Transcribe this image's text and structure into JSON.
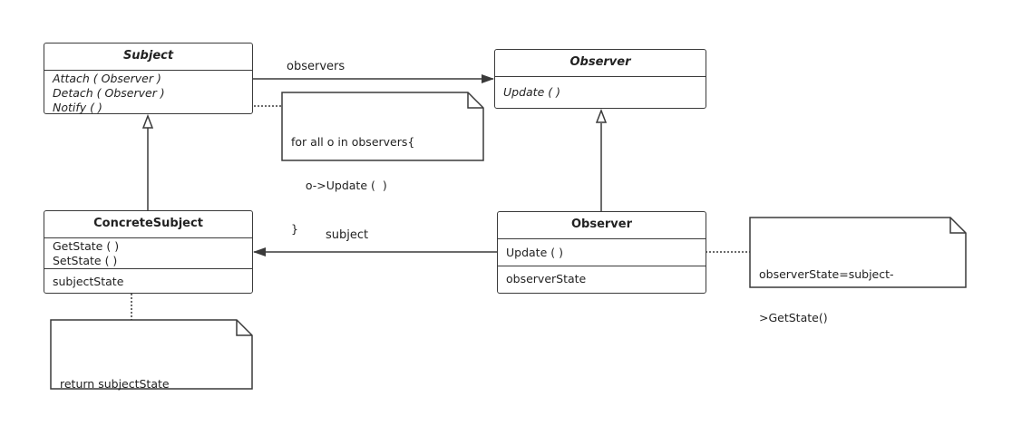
{
  "subject": {
    "name": "Subject",
    "operations": [
      "Attach ( Observer )",
      "Detach ( Observer )",
      "Notify (  )"
    ]
  },
  "observer_abstract": {
    "name": "Observer",
    "operations": [
      "Update (  )"
    ]
  },
  "concrete_subject": {
    "name": "ConcreteSubject",
    "operations": [
      "GetState (  )",
      "SetState (  )"
    ],
    "attributes": [
      "subjectState"
    ]
  },
  "concrete_observer": {
    "name": "Observer",
    "operations": [
      "Update (  )"
    ],
    "attributes": [
      "observerState"
    ]
  },
  "associations": {
    "observers_label": "observers",
    "subject_label": "subject"
  },
  "notes": {
    "notify_note": [
      "for all o in observers{",
      "    o->Update (  )",
      "}"
    ],
    "update_note": [
      "observerState=subject-",
      ">GetState()"
    ],
    "getstate_note": [
      "return subjectState"
    ]
  }
}
